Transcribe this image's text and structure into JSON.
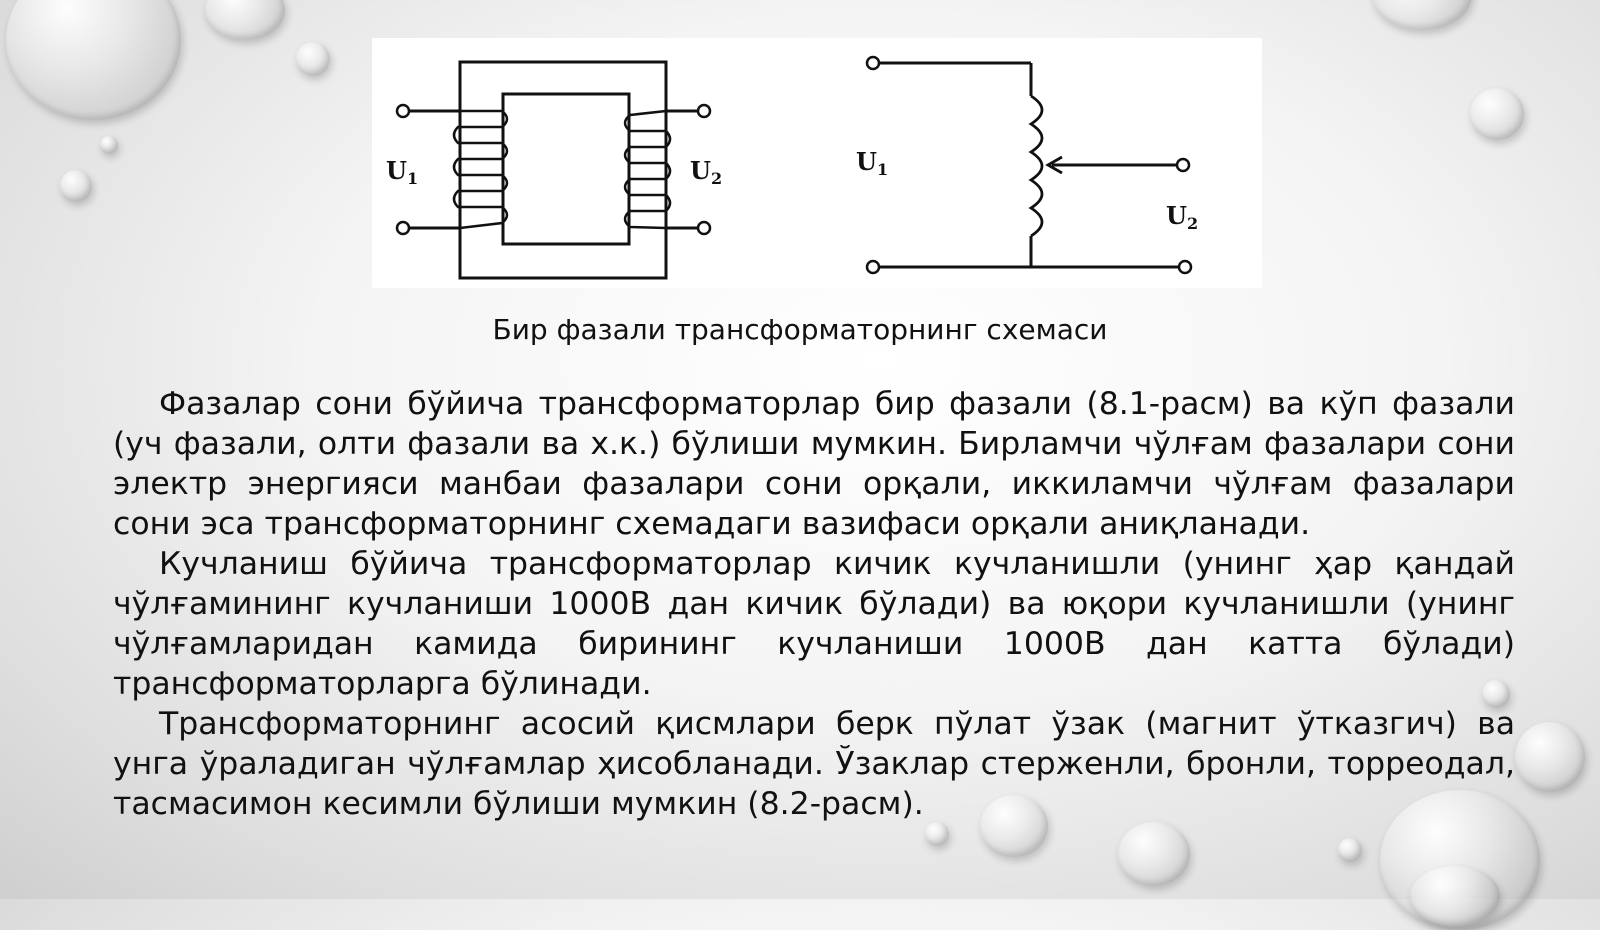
{
  "diagram": {
    "left_labels": {
      "u1": "U",
      "u1_sub": "1",
      "u2": "U",
      "u2_sub": "2"
    },
    "right_labels": {
      "u1": "U",
      "u1_sub": "1",
      "u2": "U",
      "u2_sub": "2"
    }
  },
  "caption": "Бир фазали трансформаторнинг схемаси",
  "paragraphs": [
    "Фазалар сони бўйича трансформаторлар бир фазали (8.1-расм) ва кўп фазали (уч фазали, олти фазали ва х.к.) бўлиши мумкин. Бирламчи чўлғам фазалари сони электр энергияси манбаи фазалари сони орқали, иккиламчи чўлғам фазалари сони эса трансформаторнинг схемадаги вазифаси орқали аниқланади.",
    "Кучланиш бўйича трансформаторлар кичик кучланишли (унинг ҳар қандай чўлғамининг кучланиши 1000В дан кичик бўлади) ва юқори кучланишли (унинг чўлғамларидан камида бирининг кучланиши 1000В дан катта бўлади) трансформаторларга бўлинади.",
    "Трансформаторнинг асосий қисмлари берк пўлат ўзак (магнит ўтказгич) ва унга ўраладиган чўлғамлар ҳисобланади. Ўзаклар стерженли, бронли, торреодал, тасмасимон кесимли бўлиши мумкин (8.2-расм)."
  ]
}
